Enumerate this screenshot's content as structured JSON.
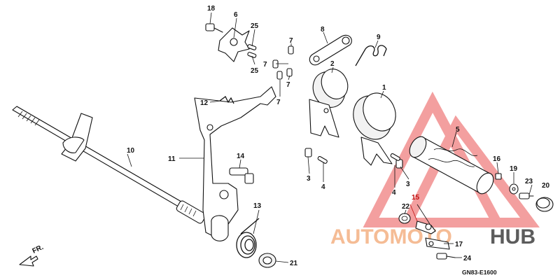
{
  "diagram": {
    "code": "GN83-E1600",
    "front_label": "FR.",
    "watermark": {
      "brand_a": "AUTOMOTO",
      "brand_b": "HUB",
      "color_a": "#f4b183",
      "color_b": "#404040",
      "triangle_color": "#f08080"
    },
    "callout_color": "#111111",
    "highlight_color": "#c01010",
    "callouts": [
      {
        "num": "18"
      },
      {
        "num": "6"
      },
      {
        "num": "25"
      },
      {
        "num": "25"
      },
      {
        "num": "8"
      },
      {
        "num": "9"
      },
      {
        "num": "7"
      },
      {
        "num": "7"
      },
      {
        "num": "7"
      },
      {
        "num": "7"
      },
      {
        "num": "2"
      },
      {
        "num": "1"
      },
      {
        "num": "12"
      },
      {
        "num": "10"
      },
      {
        "num": "11"
      },
      {
        "num": "14"
      },
      {
        "num": "3"
      },
      {
        "num": "4"
      },
      {
        "num": "3"
      },
      {
        "num": "4"
      },
      {
        "num": "5"
      },
      {
        "num": "16"
      },
      {
        "num": "19"
      },
      {
        "num": "23"
      },
      {
        "num": "20"
      },
      {
        "num": "15"
      },
      {
        "num": "22"
      },
      {
        "num": "13"
      },
      {
        "num": "17"
      },
      {
        "num": "24"
      },
      {
        "num": "21"
      }
    ]
  }
}
